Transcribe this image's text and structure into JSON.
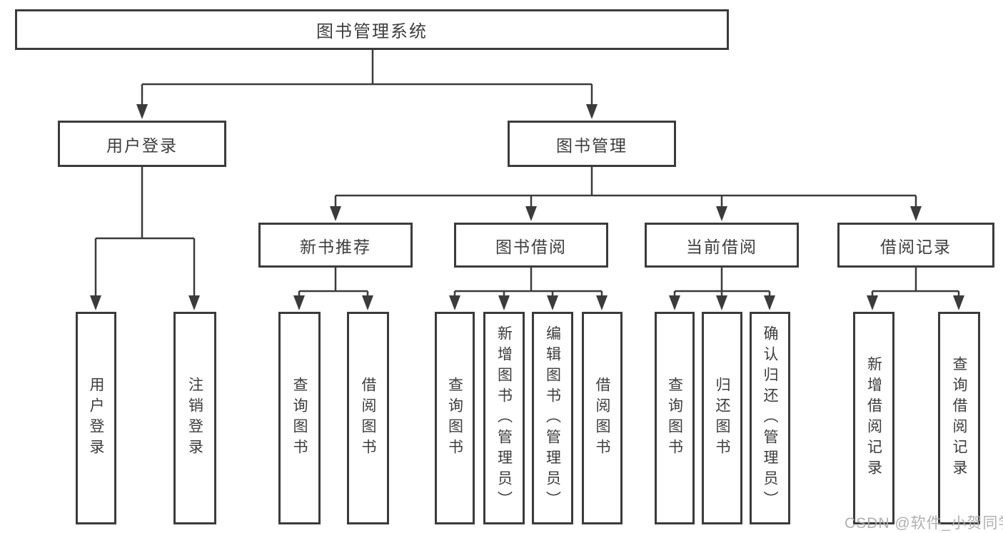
{
  "tree": {
    "label": "图书管理系统",
    "children": [
      {
        "label": "用户登录",
        "children": [
          {
            "label": "用户登录"
          },
          {
            "label": "注销登录"
          }
        ]
      },
      {
        "label": "图书管理",
        "children": [
          {
            "label": "新书推荐",
            "children": [
              {
                "label": "查询图书"
              },
              {
                "label": "借阅图书"
              }
            ]
          },
          {
            "label": "图书借阅",
            "children": [
              {
                "label": "查询图书"
              },
              {
                "label": "新增图书（管理员）"
              },
              {
                "label": "编辑图书（管理员）"
              },
              {
                "label": "借阅图书"
              }
            ]
          },
          {
            "label": "当前借阅",
            "children": [
              {
                "label": "查询图书"
              },
              {
                "label": "归还图书"
              },
              {
                "label": "确认归还（管理员）"
              }
            ]
          },
          {
            "label": "借阅记录",
            "children": [
              {
                "label": "新增借阅记录"
              },
              {
                "label": "查询借阅记录"
              }
            ]
          }
        ]
      }
    ]
  },
  "colors": {
    "line": "#3b3b3b",
    "text": "#3d3d3d",
    "watermark": "#acacac"
  },
  "watermark": "CSDN @软件_小贺同学"
}
